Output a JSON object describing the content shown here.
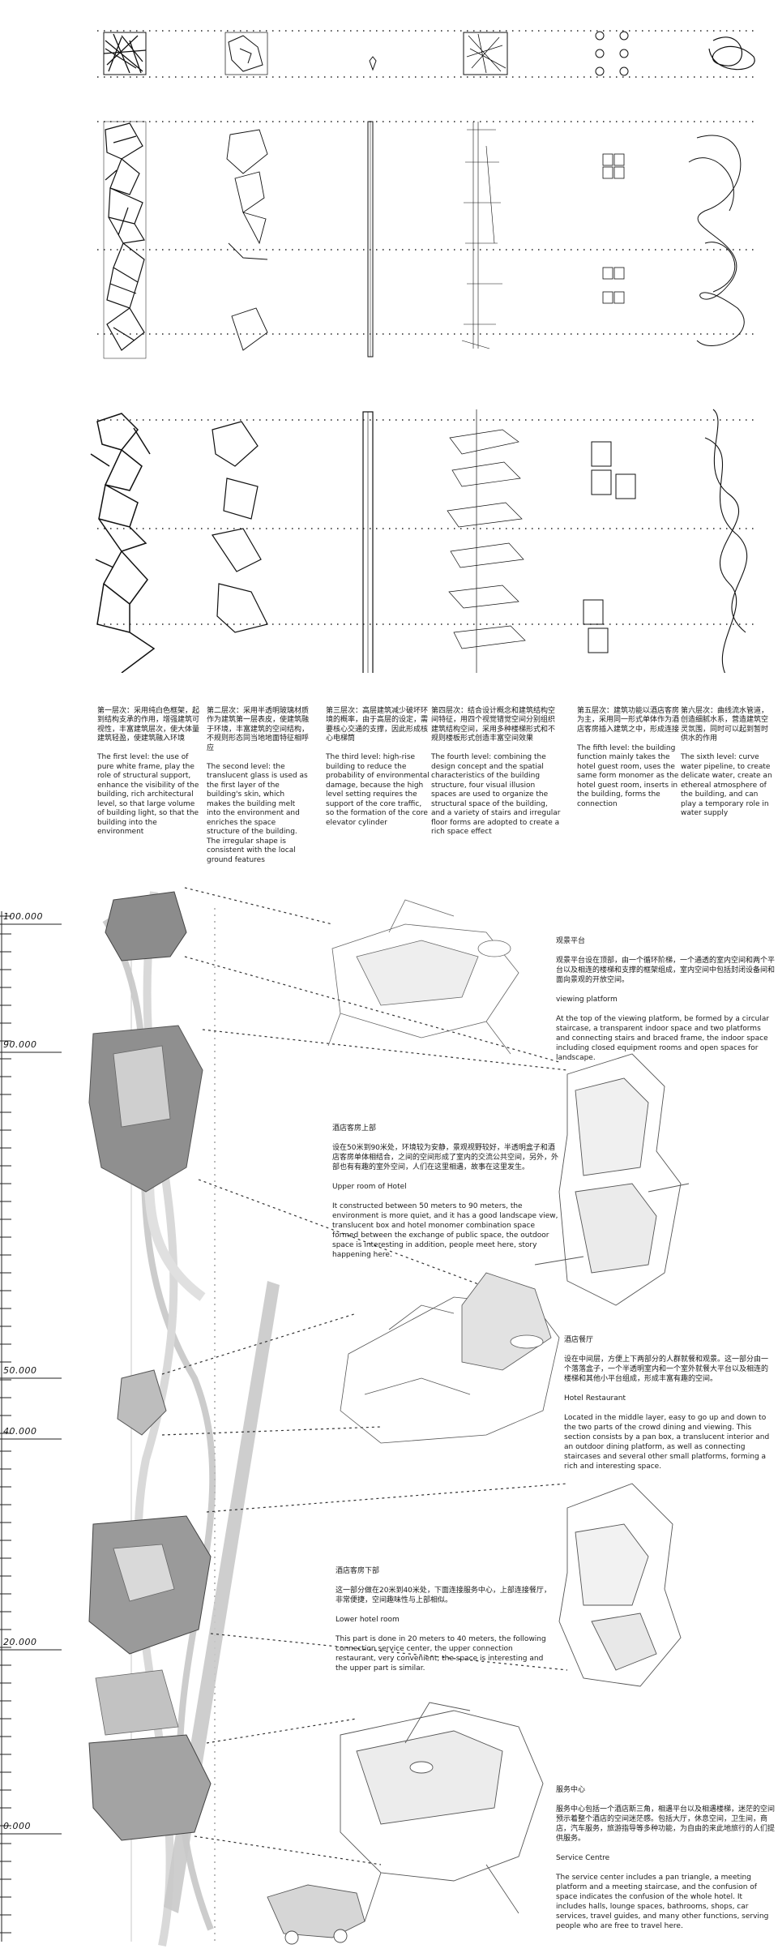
{
  "levels": [
    {
      "zh": "第一层次：采用纯白色框架，起到结构支承的作用，增强建筑可视性，丰富建筑层次，使大体量建筑轻盈，使建筑融入环境",
      "en": "The first level: the use of pure white frame, play the role of structural support, enhance the visibility of the building, rich architectural level, so that large volume of building light, so that the building into the environment"
    },
    {
      "zh": "第二层次：采用半透明玻璃材质作为建筑第一层表皮，使建筑融于环境，丰富建筑的空间结构，不规则形态同当地地面特征相呼应",
      "en": "The second level: the translucent glass is used as the first layer of the building's skin, which makes the building melt into the environment and enriches the space structure of the building. The irregular shape is consistent with the local ground features"
    },
    {
      "zh": "第三层次：高层建筑减少破坏环境的概率，由于高层的设定，需要核心交通的支撑，因此形成核心电梯筒",
      "en": "The third level: high-rise building to reduce the probability of environmental damage, because the high level setting requires the support of the core traffic, so the formation of the core elevator cylinder"
    },
    {
      "zh": "第四层次：结合设计概念和建筑结构空间特征，用四个视觉错觉空间分别组织建筑结构空间，采用多种楼梯形式和不规则楼板形式创造丰富空间效果",
      "en": "The fourth level: combining the design concept and the spatial characteristics of the building structure, four visual illusion spaces are used to organize the structural space of the building, and a variety of stairs and irregular floor forms are adopted to create a rich space effect"
    },
    {
      "zh": "第五层次：建筑功能以酒店客房为主，采用同一形式单体作为酒店客房插入建筑之中，形成连接",
      "en": "The fifth level: the building function mainly takes the hotel guest room, uses the same form monomer as the hotel guest room, inserts in the building, forms the connection"
    },
    {
      "zh": "第六层次：曲线流水管道，创造细腻水系，营造建筑空灵氛围，同时可以起到暂时供水的作用",
      "en": "The sixth level: curve water pipeline, to create delicate water, create an ethereal atmosphere of the building, and can play a temporary role in water supply"
    }
  ],
  "scale": [
    "100.000",
    "90.000",
    "50.000",
    "40.000",
    "20.000",
    "0.000"
  ],
  "annotations": {
    "viewing": {
      "zh_title": "观景平台",
      "zh": "观景平台设在顶部，由一个循环阶梯，一个通透的室内空间和两个平台以及相连的楼梯和支撑的框架组成，室内空间中包括封闭设备间和面向景观的开放空间。",
      "en_title": "viewing platform",
      "en": "At the top of the viewing platform, be formed by a circular staircase, a transparent indoor space and two platforms and connecting stairs and braced frame, the indoor space including closed equipment rooms and open spaces for landscape."
    },
    "upper": {
      "zh_title": "酒店客房上部",
      "zh": "设在50米到90米处，环境较为安静，景观视野较好，半透明盒子和酒店客房单体相结合，之间的空间形成了室内的交流公共空间，另外，外部也有有趣的室外空间，人们在这里相遇，故事在这里发生。",
      "en_title": "Upper room of Hotel",
      "en": "It constructed between 50 meters to 90 meters, the environment is more quiet, and it has a good landscape view, translucent box and hotel monomer combination space formed between the exchange of public space, the outdoor space is interesting in addition, people meet here,  story happening here."
    },
    "restaurant": {
      "zh_title": "酒店餐厅",
      "zh": "设在中间层，方便上下两部分的人群就餐和观景。这一部分由一个落落盒子，一个半透明室内和一个室外就餐大平台以及相连的楼梯和其他小平台组成，形成丰富有趣的空间。",
      "en_title": "Hotel Restaurant",
      "en": "Located in the middle layer, easy to go up and down to the two parts of the crowd dining and viewing. This section consists by a pan box, a translucent interior and an outdoor dining platform, as well as connecting staircases and several other small platforms, forming a rich and interesting space."
    },
    "lower": {
      "zh_title": "酒店客房下部",
      "zh": "这一部分做在20米到40米处，下面连接服务中心，上部连接餐厅，非常便捷，空间趣味性与上部相似。",
      "en_title": "Lower hotel room",
      "en": "This part is done in 20 meters to 40 meters, the following connection service center, the upper connection restaurant, very convenient, the space is interesting and the upper part is similar."
    },
    "service": {
      "zh_title": "服务中心",
      "zh": "服务中心包括一个酒店斯三角，相遇平台以及相遇楼梯，迷茫的空间预示着整个酒店的空间迷茫感。包括大厅，休息空间，卫生间，商店，汽车服务，旅游指导等多种功能，为自由的来此地旅行的人们提供服务。",
      "en_title": "Service Centre",
      "en": "The service center includes a pan triangle, a meeting platform and a meeting staircase, and the confusion of space indicates the confusion of the whole hotel. It includes halls, lounge spaces, bathrooms, shops, car services, travel guides, and many other functions, serving people who are free to travel here."
    }
  }
}
